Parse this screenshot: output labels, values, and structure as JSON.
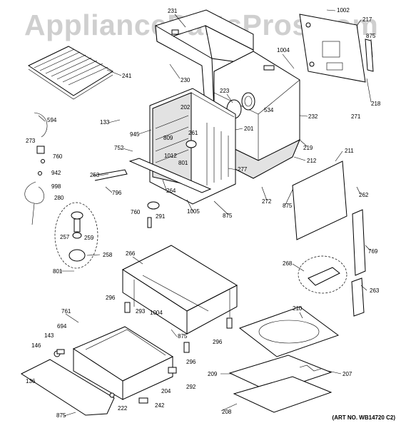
{
  "watermark": "AppliancePartsPros.com",
  "art_number": "(ART NO. WB14720 C2)",
  "callouts": [
    "231",
    "1002",
    "217",
    "875",
    "230",
    "1004",
    "218",
    "241",
    "223",
    "534",
    "232",
    "133",
    "945",
    "202",
    "809",
    "261",
    "201",
    "594",
    "271",
    "219",
    "273",
    "760",
    "752",
    "1012",
    "801",
    "211",
    "942",
    "212",
    "277",
    "253",
    "998",
    "264",
    "796",
    "280",
    "272",
    "875",
    "262",
    "760",
    "291",
    "1005",
    "875",
    "257",
    "259",
    "769",
    "258",
    "801",
    "266",
    "268",
    "296",
    "293",
    "1004",
    "263",
    "210",
    "761",
    "694",
    "875",
    "143",
    "296",
    "146",
    "296",
    "207",
    "209",
    "204",
    "292",
    "136",
    "222",
    "242",
    "208",
    "875"
  ]
}
